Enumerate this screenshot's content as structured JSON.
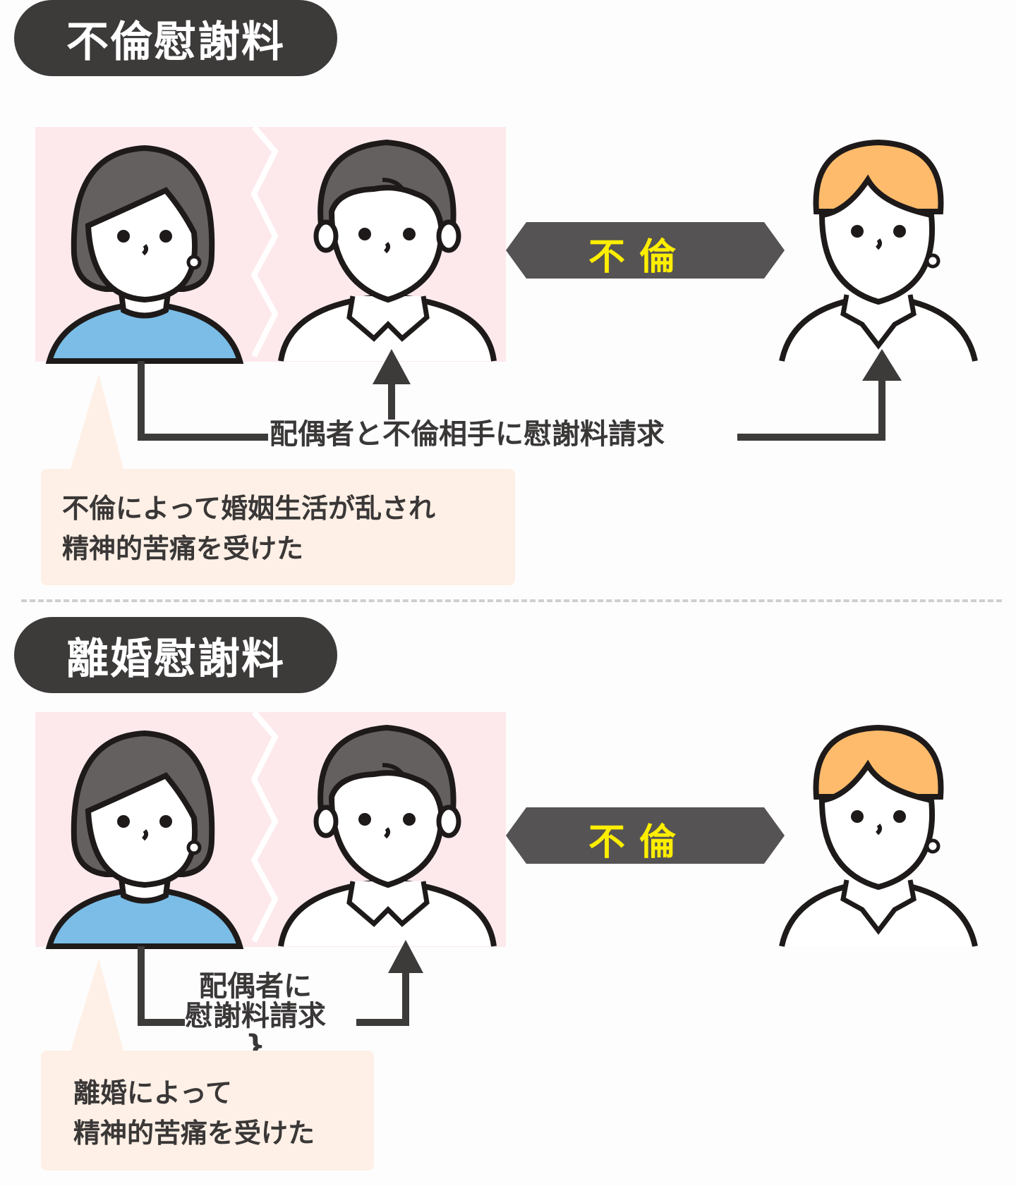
{
  "sections": [
    {
      "title": "不倫慰謝料",
      "relation_label": "不倫",
      "claim_label_lines": [
        "配偶者と不倫相手に慰謝料請求"
      ],
      "note_lines": [
        "不倫によって婚姻生活が乱され",
        "精神的苦痛を受けた"
      ],
      "claim_targets": [
        "spouse",
        "affair-partner"
      ]
    },
    {
      "title": "離婚慰謝料",
      "relation_label": "不倫",
      "claim_label_lines": [
        "配偶者に",
        "慰謝料請求"
      ],
      "note_lines": [
        "離婚によって",
        "精神的苦痛を受けた"
      ],
      "claim_targets": [
        "spouse"
      ]
    }
  ],
  "colors": {
    "pill_bg": "#3d3a3a",
    "pill_text": "#ffffff",
    "couple_bg": "#fde9ec",
    "note_bg": "#fef0e6",
    "hex_bg": "#555353",
    "hex_text": "#ffee00",
    "wife_shirt": "#7bbde6",
    "dark_hair": "#656060",
    "partner_hair": "#fdbb6b",
    "arrow": "#3d3a3a"
  }
}
